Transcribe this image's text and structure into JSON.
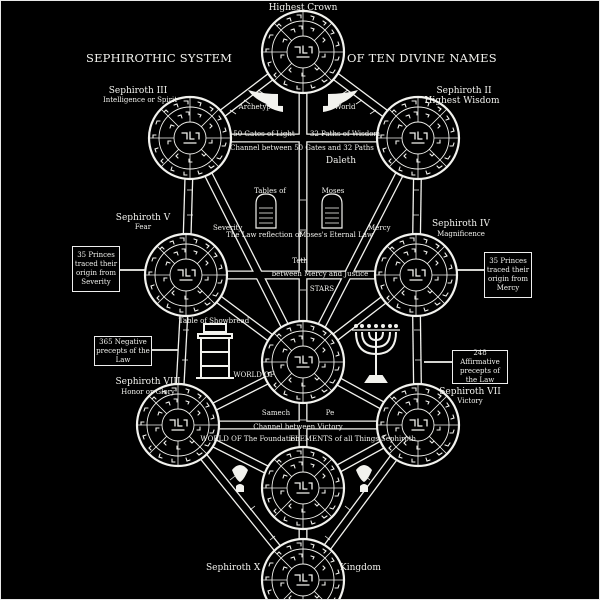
{
  "title": {
    "crown_top": "Highest Crown",
    "left": "SEPHIROTHIC SYSTEM",
    "right": "OF TEN DIVINE NAMES"
  },
  "labels": {
    "s3_a": "Sephiroth III",
    "s3_b": "Intelligence or Spirit",
    "s2_a": "Sephiroth II",
    "s2_b": "Highest Wisdom",
    "s5_a": "Sephiroth V",
    "s5_b": "Fear",
    "s4_a": "Sephiroth IV",
    "s4_b": "Magnificence",
    "s8_a": "Sephiroth VIII",
    "s8_b": "Honor or Glory",
    "s7_a": "Sephiroth VII",
    "s7_b": "Victory",
    "s10": "Sephiroth X",
    "kingdom": "Kingdom"
  },
  "inner": {
    "archetypal": "Archetypal",
    "world": "World",
    "gates_light": "50 Gates of Light",
    "paths_wisdom": "32 Paths of Wisdom",
    "channel_50_32": "Channel between 50 Gates and 32 Paths",
    "daleth": "Daleth",
    "tables_of": "Tables of",
    "moses": "Moses",
    "law_reflection": "The Law reflection of",
    "eternal_law": "Moses's Eternal Law",
    "severity": "Severity",
    "mercy": "Mercy",
    "teth": "Teth",
    "between_mercy_justice": "between Mercy and Justice",
    "stars": "STARS",
    "table_showbread": "Table of Showbread",
    "world_of": "WORLD OF",
    "samech": "Samech",
    "pe": "Pe",
    "channel_victory": "Channel between Victory",
    "world_foundation": "WORLD OF The Foundation",
    "elements": "ELEMENTS of all Things Sephiroth"
  },
  "boxes": {
    "left_princes": "35 Princes traced their origin from Severity",
    "right_princes": "35 Princes traced their origin from Mercy",
    "left_negative": "365 Negative precepts of the Law",
    "right_affirmative": "248 Affirmative precepts of the Law"
  },
  "colors": {
    "background": "#000000",
    "ink": "#f2f2ee"
  }
}
